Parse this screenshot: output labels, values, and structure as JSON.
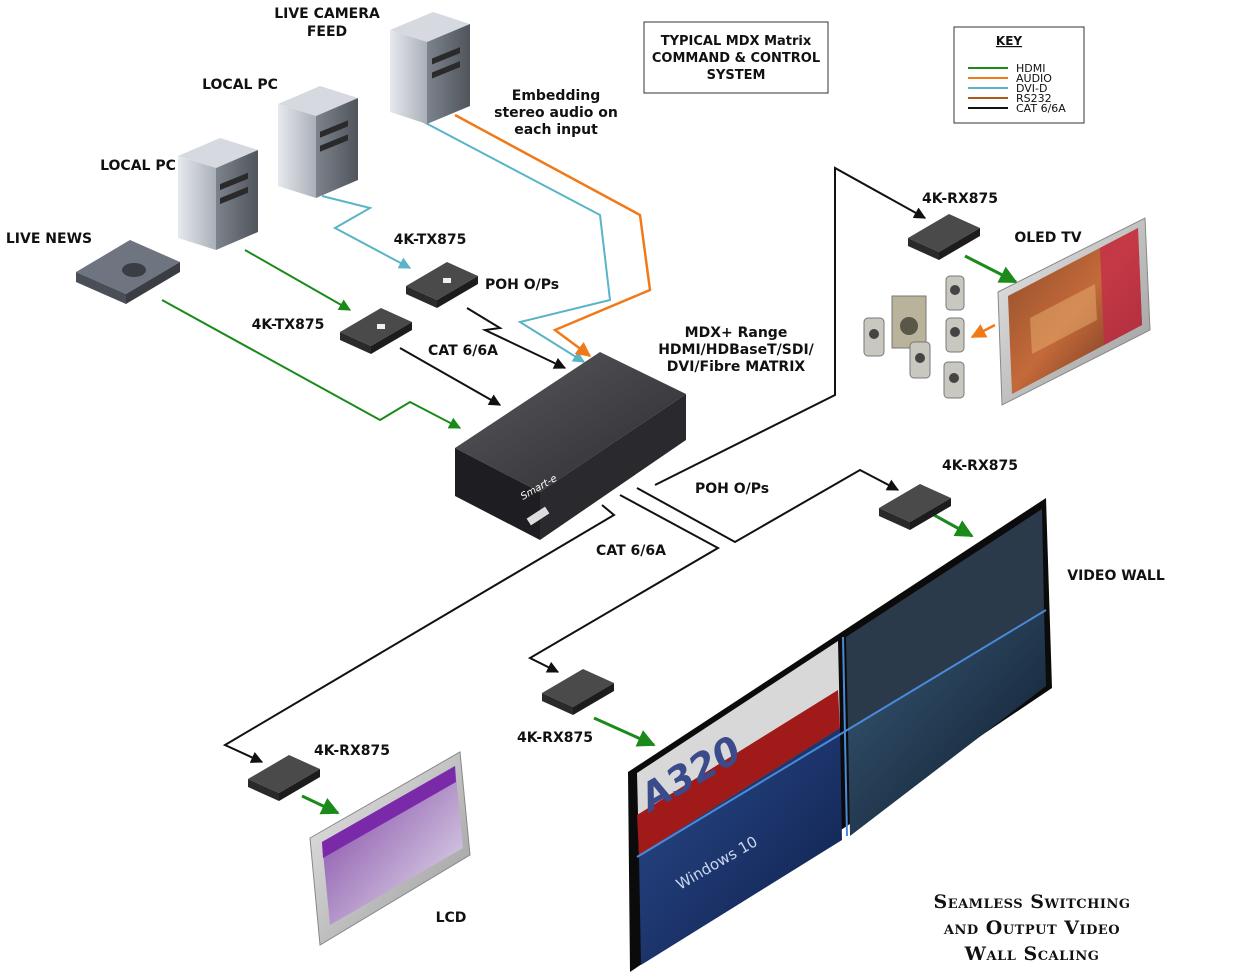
{
  "title_box": {
    "line1": "TYPICAL MDX Matrix",
    "line2": "COMMAND & CONTROL",
    "line3": "SYSTEM"
  },
  "key": {
    "heading": "KEY",
    "items": [
      {
        "label": "HDMI",
        "color": "#1a8a1a"
      },
      {
        "label": "AUDIO",
        "color": "#f07a1a"
      },
      {
        "label": "DVI-D",
        "color": "#5ab4c8"
      },
      {
        "label": "RS232",
        "color": "#b05a1a"
      },
      {
        "label": "CAT 6/6A",
        "color": "#111111"
      }
    ]
  },
  "sources": {
    "live_camera_line1": "LIVE CAMERA",
    "live_camera_line2": "FEED",
    "local_pc_1": "LOCAL PC",
    "local_pc_2": "LOCAL PC",
    "live_news": "LIVE NEWS"
  },
  "annotations": {
    "embed_line1": "Embedding",
    "embed_line2": "stereo audio on",
    "embed_line3": "each input",
    "tx_upper": "4K-TX875",
    "tx_lower": "4K-TX875",
    "poh_top": "POH O/Ps",
    "cat_top": "CAT 6/6A",
    "matrix_line1": "MDX+ Range",
    "matrix_line2": "HDMI/HDBaseT/SDI/",
    "matrix_line3": "DVI/Fibre MATRIX",
    "poh_bottom": "POH O/Ps",
    "cat_bottom": "CAT 6/6A"
  },
  "outputs": {
    "rx_oled": "4K-RX875",
    "oled_tv": "OLED TV",
    "rx_wall": "4K-RX875",
    "video_wall": "VIDEO WALL",
    "rx_mid": "4K-RX875",
    "rx_lcd": "4K-RX875",
    "lcd": "LCD"
  },
  "screens": {
    "a320": "A320",
    "windows": "Windows 10"
  },
  "device_brand": "Smart-e",
  "tagline": {
    "line1": "Seamless Switching",
    "line2": "and Output Video",
    "line3": "Wall Scaling"
  }
}
